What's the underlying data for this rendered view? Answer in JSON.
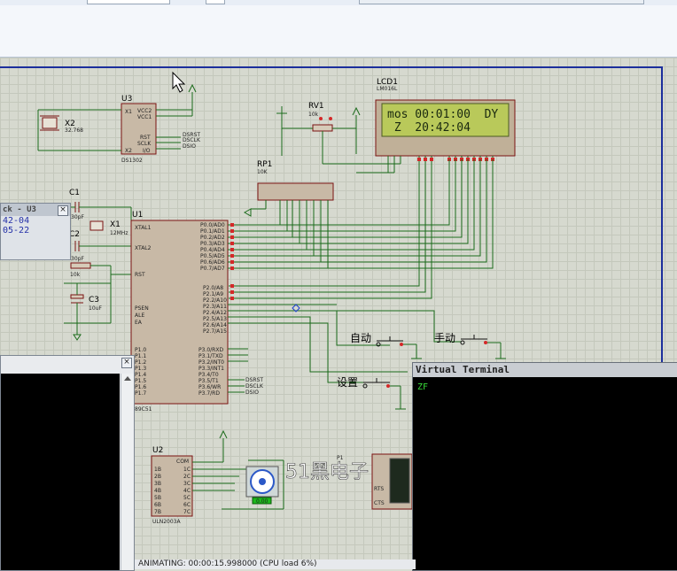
{
  "toolbar": {},
  "canvas": {
    "labels": {
      "u3": "U3",
      "ds1302": "DS1302",
      "x2": "X2",
      "x2val": "32.768",
      "u3_x1": "X1",
      "u3_x2": "X2",
      "u3_vcc2": "VCC2",
      "u3_vcc1": "VCC1",
      "u3_rst": "RST",
      "u3_sclk": "SCLK",
      "u3_io": "I/O",
      "ds_rst": "DSRST",
      "ds_clk": "DSCLK",
      "ds_io": "DSIO",
      "rv1": "RV1",
      "rv1val": "10k",
      "lcd1": "LCD1",
      "lm016l": "LM016L",
      "rp1": "RP1",
      "rp1val": "10K",
      "c1": "C1",
      "c1val": "30pF",
      "c2": "C2",
      "c2val": "30pF",
      "x1": "X1",
      "x1val": "12MHz",
      "c3": "C3",
      "c3val": "10uF",
      "r1val": "10k",
      "u1": "U1",
      "u1model": "89C51",
      "xtal1": "XTAL1",
      "xtal2": "XTAL2",
      "rst": "RST",
      "psen": "PSEN",
      "ale": "ALE",
      "ea": "EA",
      "p0": [
        "P0.0/AD0",
        "P0.1/AD1",
        "P0.2/AD2",
        "P0.3/AD3",
        "P0.4/AD4",
        "P0.5/AD5",
        "P0.6/AD6",
        "P0.7/AD7"
      ],
      "p2": [
        "P2.0/A8",
        "P2.1/A9",
        "P2.2/A10",
        "P2.3/A11",
        "P2.4/A12",
        "P2.5/A13",
        "P2.6/A14",
        "P2.7/A15"
      ],
      "p1": [
        "P1.0",
        "P1.1",
        "P1.2",
        "P1.3",
        "P1.4",
        "P1.5",
        "P1.6",
        "P1.7"
      ],
      "p3": [
        "P3.0/RXD",
        "P3.1/TXD",
        "P3.2/INT0",
        "P3.3/INT1",
        "P3.4/T0",
        "P3.5/T1",
        "P3.6/WR",
        "P3.7/RD"
      ],
      "btn_auto": "自动",
      "btn_manual": "手动",
      "btn_set": "设置",
      "u2": "U2",
      "uln": "ULN2003A",
      "uln_in": [
        "1B",
        "2B",
        "3B",
        "4B",
        "5B",
        "6B",
        "7B"
      ],
      "uln_out": [
        "1C",
        "2C",
        "3C",
        "4C",
        "5C",
        "6C",
        "7C"
      ],
      "uln_com": "COM",
      "motor_val": "0.00",
      "watermark": "51黑电子",
      "p1_label": "P1",
      "rts": "RTS",
      "cts": "CTS"
    },
    "lcd": {
      "line1": "mos 00:01:00  DY",
      "line2": " Z  20:42:04"
    }
  },
  "clock_popup": {
    "title": "ck - U3",
    "line1": "42-04",
    "line2": "05-22",
    "close": "×"
  },
  "left_terminal": {
    "close": "×"
  },
  "virtual_terminal": {
    "title": "Virtual Terminal",
    "text": "ZF"
  },
  "status_bar": {
    "text": "ANIMATING: 00:00:15.998000 (CPU load 6%)"
  },
  "colors": {
    "lcd_bg": "#b9c95a",
    "vt_text": "#38d838",
    "border_blue": "#1c2f9c"
  }
}
